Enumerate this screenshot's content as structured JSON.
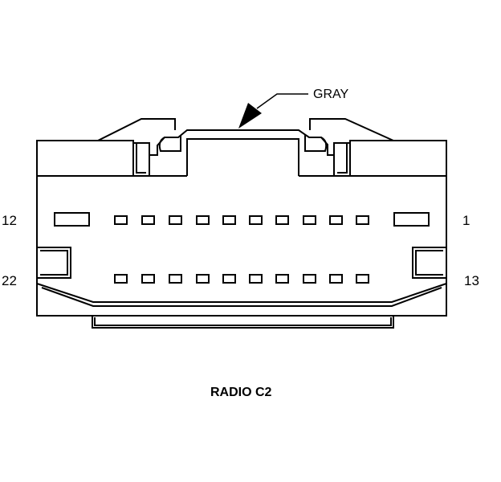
{
  "connector": {
    "title": "RADIO C2",
    "color_label": "GRAY",
    "pin_labels": {
      "top_left": "12",
      "top_right": "1",
      "bottom_left": "22",
      "bottom_right": "13"
    },
    "pin_rows": {
      "top_row_small_cavities": 10,
      "bottom_row_small_cavities": 10
    }
  },
  "colors": {
    "line": "#000000",
    "background": "#ffffff"
  }
}
